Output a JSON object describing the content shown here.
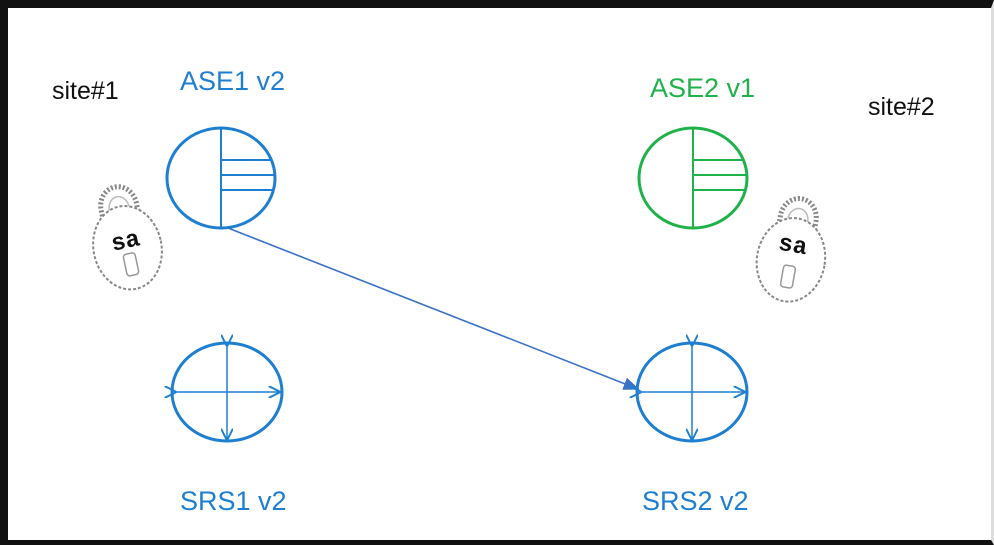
{
  "sites": {
    "site1": "site#1",
    "site2": "site#2"
  },
  "nodes": {
    "ase1": {
      "label": "ASE1 v2",
      "color": "#1e7fd0"
    },
    "ase2": {
      "label": "ASE2 v1",
      "color": "#1fb24b"
    },
    "srs1": {
      "label": "SRS1 v2",
      "color": "#1e7fd0"
    },
    "srs2": {
      "label": "SRS2 v2",
      "color": "#1e7fd0"
    }
  },
  "locks": {
    "lock1": "sa",
    "lock2": "sa"
  },
  "edges": [
    {
      "from": "ASE1 v2",
      "to": "SRS2 v2"
    }
  ]
}
